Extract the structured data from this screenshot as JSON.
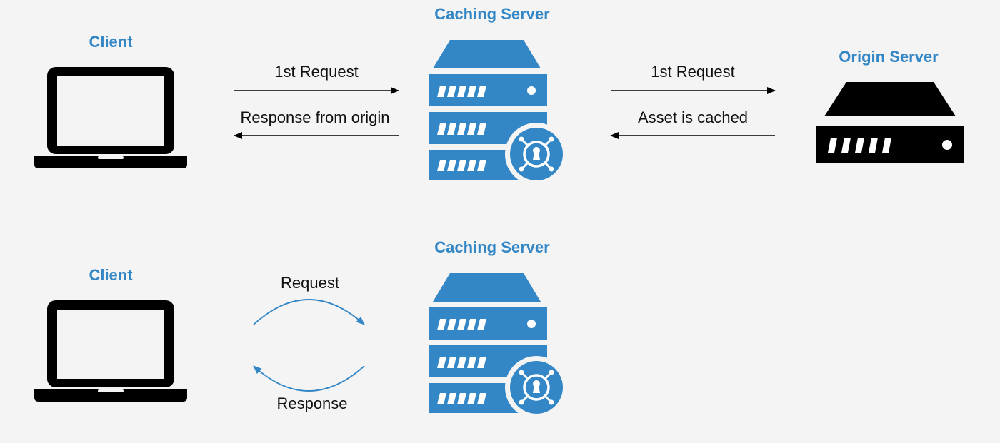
{
  "colors": {
    "accent": "#3387c6",
    "dark": "#000000",
    "background": "#f4f4f4"
  },
  "top": {
    "client_title": "Client",
    "caching_title": "Caching Server",
    "origin_title": "Origin Server",
    "req_left": "1st Request",
    "resp_left": "Response from origin",
    "req_right": "1st Request",
    "resp_right": "Asset is cached"
  },
  "bottom": {
    "client_title": "Client",
    "caching_title": "Caching Server",
    "request": "Request",
    "response": "Response"
  },
  "icons": [
    "laptop-icon",
    "caching-server-icon",
    "origin-server-icon",
    "vault-lock-icon"
  ]
}
